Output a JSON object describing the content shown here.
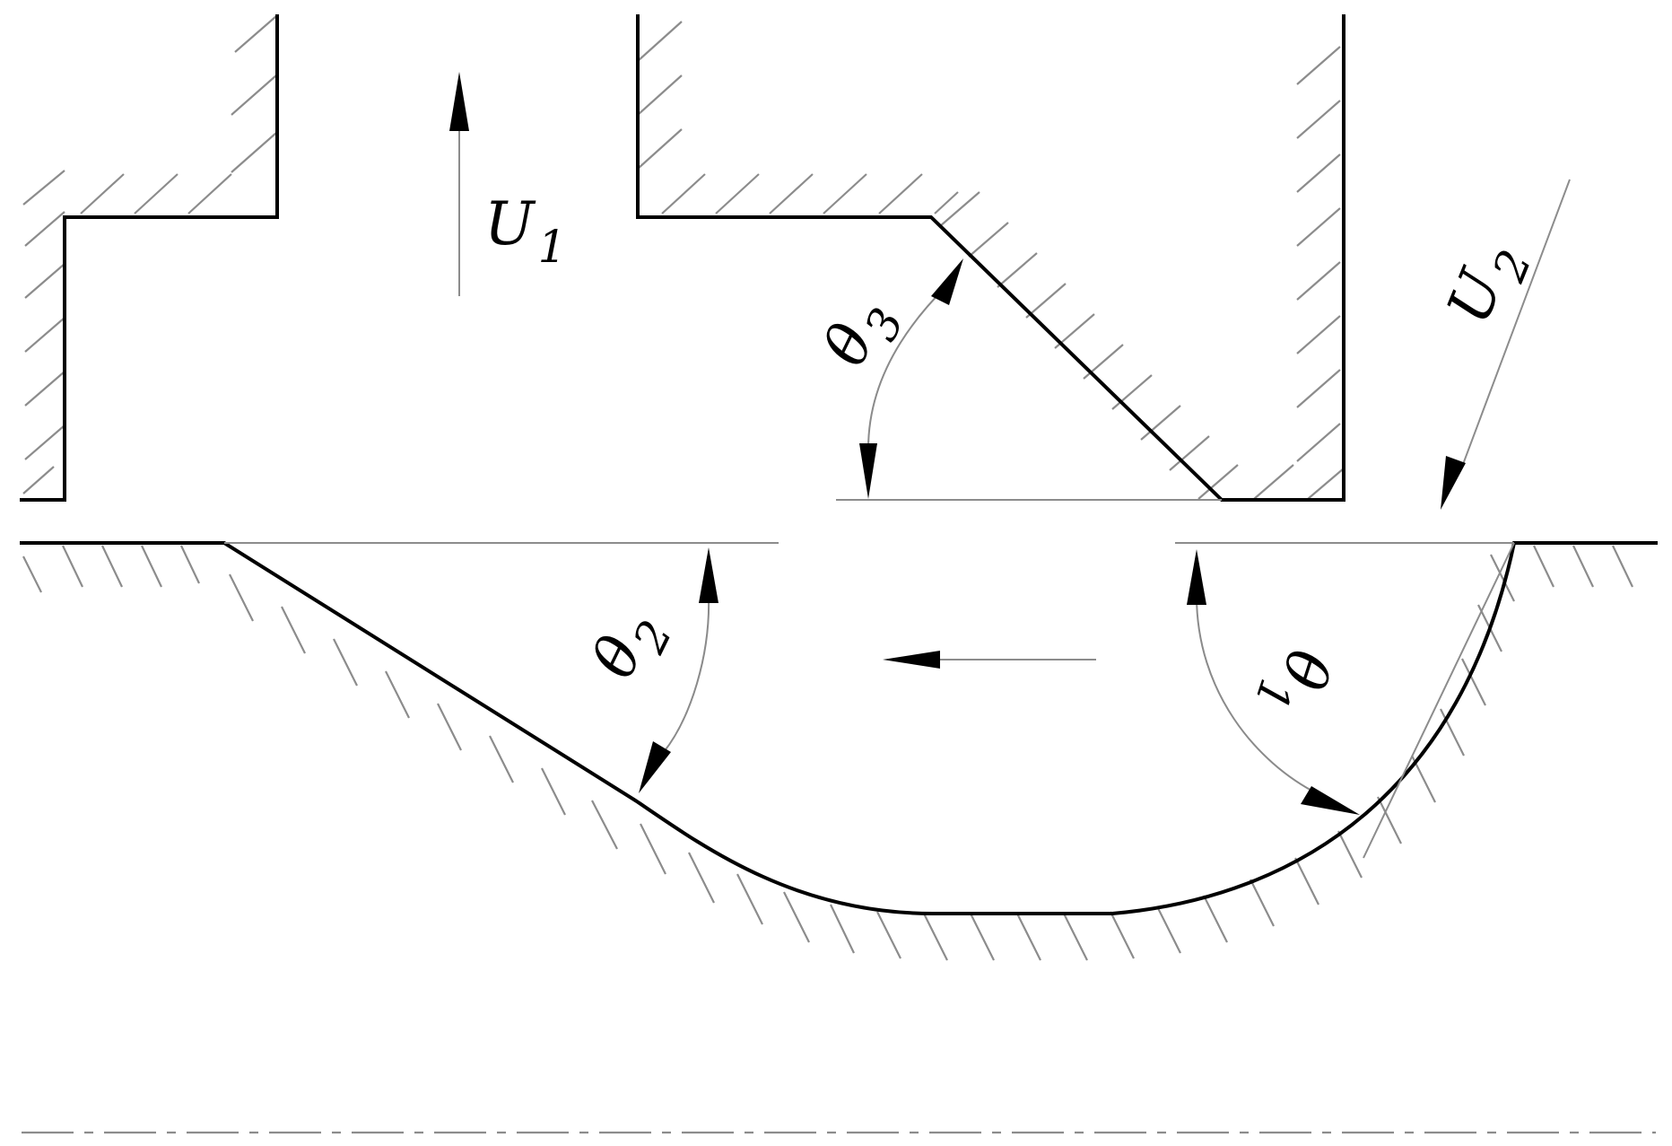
{
  "labels": {
    "u1_main": "U",
    "u1_sub": "1",
    "u2_main": "U",
    "u2_sub": "2",
    "theta1_main": "θ",
    "theta1_sub": "1",
    "theta2_main": "θ",
    "theta2_sub": "2",
    "theta3_main": "θ",
    "theta3_sub": "3"
  },
  "colors": {
    "wall": "#000000",
    "hatch": "#8c8c8c",
    "guide": "#8c8c8c"
  }
}
